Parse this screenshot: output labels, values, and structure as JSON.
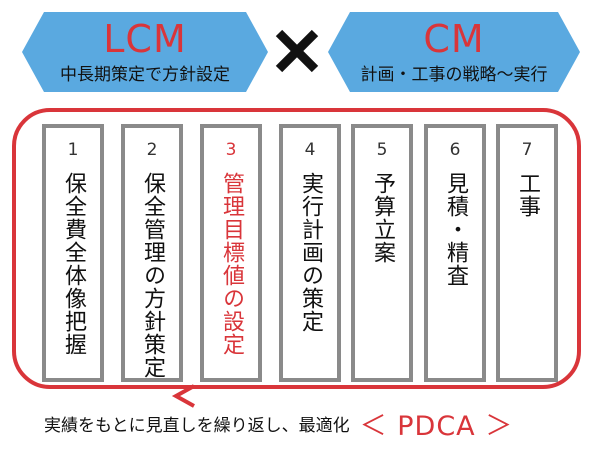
{
  "banners": [
    {
      "title": "LCM",
      "subtitle": "中長期策定で方針設定"
    },
    {
      "title": "CM",
      "subtitle": "計画・工事の戦略～実行"
    }
  ],
  "colors": {
    "banner_fill": "#5aa9e0",
    "accent": "#d9353a",
    "card_border": "#8a8a8a"
  },
  "cross_icon": "x-mark-icon",
  "steps": [
    {
      "number": "1",
      "label": "保全費全体像把握",
      "highlight": false
    },
    {
      "number": "2",
      "label": "保全管理の方針策定",
      "highlight": false
    },
    {
      "number": "3",
      "label": "管理目標値の設定",
      "highlight": true
    },
    {
      "number": "4",
      "label": "実行計画の策定",
      "highlight": false
    },
    {
      "number": "5",
      "label": "予算立案",
      "highlight": false
    },
    {
      "number": "6",
      "label": "見積・精査",
      "highlight": false
    },
    {
      "number": "7",
      "label": "工事",
      "highlight": false
    }
  ],
  "footer": {
    "note": "実績をもとに見直しを繰り返し、最適化",
    "tag": "＜ PDCA ＞"
  }
}
